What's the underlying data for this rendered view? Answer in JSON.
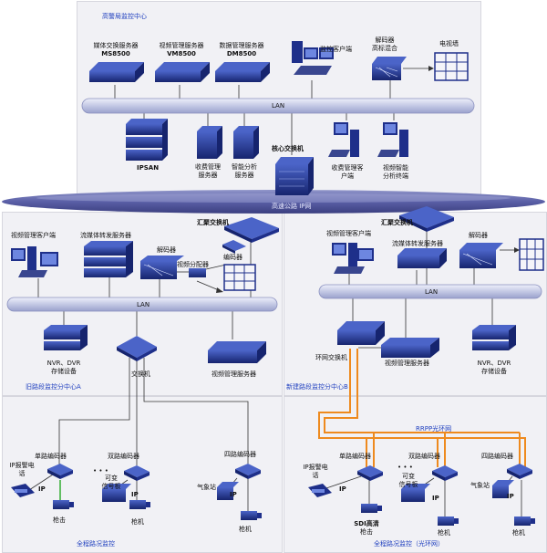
{
  "hq": {
    "title": "高警局监控中心",
    "media_server": [
      "媒体交换服务器",
      "MS8500"
    ],
    "video_mgmt_server": [
      "视频管理服务器",
      "VM8500"
    ],
    "data_mgmt_server": [
      "数据管理服务器",
      "DM8500"
    ],
    "monitor_client": "监控客户端",
    "decoder": [
      "解码器",
      "高标混合"
    ],
    "tv_wall": "电视墙",
    "lan": "LAN",
    "ipsan": "IPSAN",
    "toll_mgmt_server": [
      "收费管理",
      "服务器"
    ],
    "smart_analysis_server": [
      "智能分析",
      "服务器"
    ],
    "toll_client": [
      "收费管理客",
      "户端"
    ],
    "video_smart_terminal": [
      "视频智能",
      "分析终端"
    ],
    "core_switch": "核心交换机"
  },
  "backbone": "高速公路 IP网",
  "center_a": {
    "agg_switch": "汇聚交换机",
    "video_client": "视频管理客户端",
    "stream_server": "流媒体转发服务器",
    "decoder": "解码器",
    "video_distributor": "视频分配器",
    "encoder": "编码器",
    "lan": "LAN",
    "nvr": [
      "NVR、DVR",
      "存储设备"
    ],
    "switch": "交换机",
    "video_mgmt_server": "视频管理服务器",
    "title": "旧路段监控分中心A"
  },
  "center_b": {
    "agg_switch": "汇聚交换机",
    "video_client": "视频管理客户端",
    "stream_server": "流媒体转发服务器",
    "decoder": "解码器",
    "lan": "LAN",
    "ring_switch": "环网交换机",
    "video_mgmt_server": "视频管理服务器",
    "nvr": [
      "NVR、DVR",
      "存储设备"
    ],
    "title": "新建路段监控分中心B"
  },
  "field_a": {
    "ip_phone": [
      "IP报警电",
      "话"
    ],
    "single_encoder": "单路编码器",
    "dual_encoder": "双路编码器",
    "quad_encoder": "四路编码器",
    "sign_board": [
      "可变",
      "信号板"
    ],
    "weather": "气象站",
    "ip": "IP",
    "gun1": "枪击",
    "gun2": "枪机",
    "gun3": "枪机",
    "dots": "• • •",
    "title": "全程路况监控"
  },
  "field_b": {
    "rrpp": "RRPP光环网",
    "ip_phone": [
      "IP报警电",
      "话"
    ],
    "single_encoder": "单路编码器",
    "dual_encoder": "双路编码器",
    "quad_encoder": "四路编码器",
    "sign_board": [
      "可变",
      "信号板"
    ],
    "weather": "气象站",
    "ip": "IP",
    "sdi_gun": [
      "SDI高清",
      "枪击"
    ],
    "gun2": "枪机",
    "gun3": "枪机",
    "dots": "• • •",
    "title": "全程路况监控（光环网）"
  },
  "colors": {
    "device": "#1e2f8a",
    "device_top": "#3b56c0",
    "lan": "#c9cde6",
    "ring": "#ee8a1e",
    "title": "#1f3fbf"
  }
}
